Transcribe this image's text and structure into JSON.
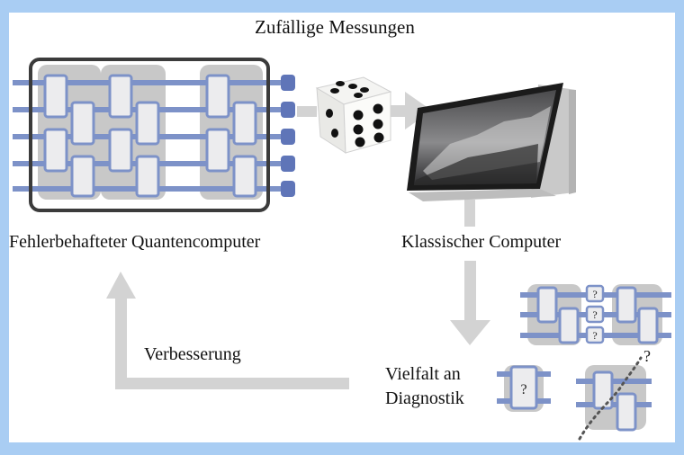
{
  "labels": {
    "title": "Zufällige Messungen",
    "quantum_computer": "Fehlerbehafteter Quantencomputer",
    "classical_computer": "Klassischer Computer",
    "improvement": "Verbesserung",
    "diagnostics_line1": "Vielfalt an",
    "diagnostics_line2": "Diagnostik",
    "question_mark": "?"
  },
  "colors": {
    "background_border": "#a9cdf3",
    "panel": "#ffffff",
    "wire": "#7d92c8",
    "wire_dark": "#5f75b8",
    "gate_fill": "#ececee",
    "block_grey": "#c8c8c8",
    "box_outline": "#3b3b3b",
    "arrow": "#d3d3d3"
  }
}
